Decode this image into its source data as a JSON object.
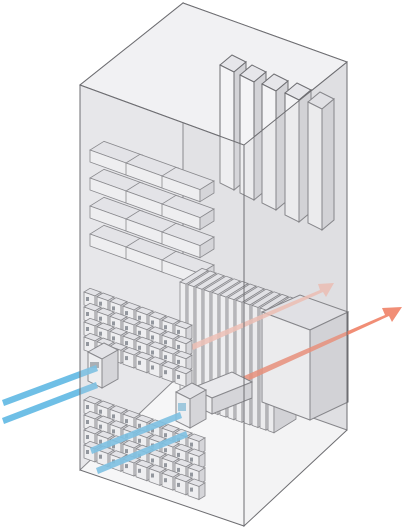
{
  "diagram": {
    "kind": "isometric-airflow-cutaway",
    "colors": {
      "background": "#ffffff",
      "cabinet_fill": "#e9e9ec",
      "cabinet_side": "#dcdcdf",
      "cabinet_top": "#f1f1f3",
      "edge": "#6e6e72",
      "module_face": "#f4f4f6",
      "module_side": "#d3d3d7",
      "module_top": "#e6e6ea",
      "intake_flow": "#5fb8e3",
      "exhaust_flow": "#ef7a5e",
      "exhaust_flow_light": "#f5b7a8"
    },
    "flows": [
      {
        "name": "cold-intake",
        "color_key": "intake_flow"
      },
      {
        "name": "hot-exhaust",
        "color_key": "exhaust_flow"
      }
    ],
    "icons": [
      "drive-bay-icon",
      "fan-module-icon",
      "power-supply-icon",
      "airflow-arrow-icon"
    ]
  }
}
